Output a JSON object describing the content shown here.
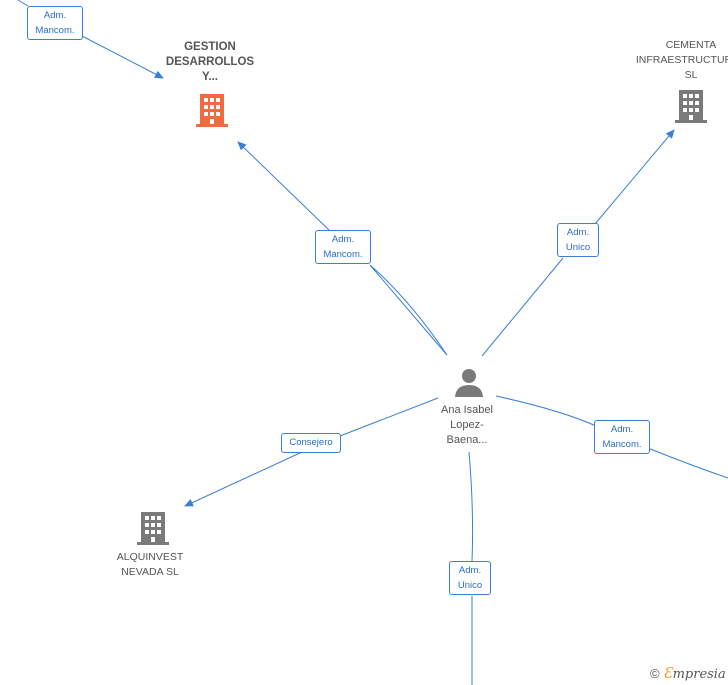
{
  "nodes": {
    "gestion": {
      "label": "GESTION\nDESARROLLOS\nY...",
      "color": "#f26a3d",
      "icon": "building-icon"
    },
    "cementa": {
      "label": "CEMENTA\nINFRAESTRUCTURAS\nSL",
      "color": "#7a7a7a",
      "icon": "building-icon"
    },
    "alquinvest": {
      "label": "ALQUINVEST\nNEVADA SL",
      "color": "#7a7a7a",
      "icon": "building-icon"
    },
    "person": {
      "label": "Ana Isabel\nLopez-\nBaena...",
      "color": "#7a7a7a",
      "icon": "person-icon"
    }
  },
  "edges": {
    "top_left": "Adm.\nMancom.",
    "to_gestion": "Adm.\nMancom.",
    "to_cementa": "Adm.\nUnico",
    "to_alquinvest": "Consejero",
    "to_right": "Adm.\nMancom.",
    "to_bottom": "Adm.\nUnico"
  },
  "colors": {
    "edge": "#3a7fd5"
  },
  "watermark": {
    "symbol": "©",
    "e": "Ɛ",
    "rest": "mpresia"
  }
}
